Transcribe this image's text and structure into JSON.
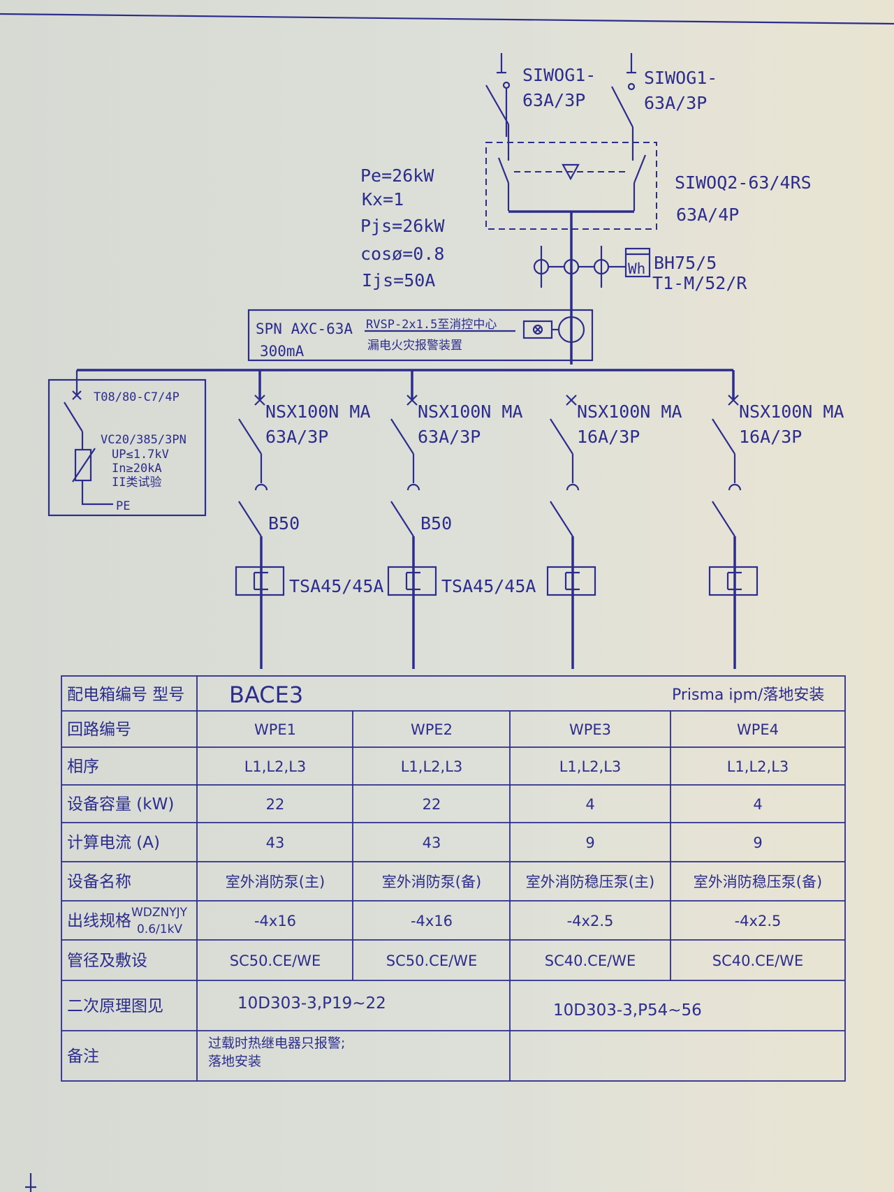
{
  "incoming": {
    "switch_1": {
      "model": "SIWOG1-",
      "rating": "63A/3P"
    },
    "switch_2": {
      "model": "SIWOG1-",
      "rating": "63A/3P"
    },
    "ats": {
      "model": "SIWOQ2-63/4RS",
      "rating": "63A/4P"
    },
    "meter": {
      "symbol": "Wh",
      "line1": "BH75/5",
      "line2": "T1-M/52/R"
    }
  },
  "load_calc": {
    "pe": "Pe=26kW",
    "kx": "Kx=1",
    "pjs": "Pjs=26kW",
    "cos": "cosø=0.8",
    "ijs": "Ijs=50A"
  },
  "leakage": {
    "model": "SPN AXC-63A",
    "current": "300mA",
    "cable": "RVSP-2x1.5至消控中心",
    "desc": "漏电火灾报警装置"
  },
  "spd": {
    "breaker": "T08/80-C7/4P",
    "model": "VC20/385/3PN",
    "up": "UP≤1.7kV",
    "in": "In≥20kA",
    "class": "II类试验",
    "pe": "PE"
  },
  "branches": [
    {
      "breaker": "NSX100N MA",
      "rating": "63A/3P",
      "contactor": "B50",
      "relay": "TSA45/45A"
    },
    {
      "breaker": "NSX100N MA",
      "rating": "63A/3P",
      "contactor": "B50",
      "relay": "TSA45/45A"
    },
    {
      "breaker": "NSX100N MA",
      "rating": "16A/3P",
      "contactor": "",
      "relay": ""
    },
    {
      "breaker": "NSX100N MA",
      "rating": "16A/3P",
      "contactor": "",
      "relay": ""
    }
  ],
  "table": {
    "box_label": "配电箱编号 型号",
    "box_id": "BACE3",
    "box_model": "Prisma ipm/落地安装",
    "rows": [
      {
        "label": "回路编号",
        "values": [
          "WPE1",
          "WPE2",
          "WPE3",
          "WPE4"
        ]
      },
      {
        "label": "相序",
        "values": [
          "L1,L2,L3",
          "L1,L2,L3",
          "L1,L2,L3",
          "L1,L2,L3"
        ]
      },
      {
        "label": "设备容量  (kW)",
        "values": [
          "22",
          "22",
          "4",
          "4"
        ]
      },
      {
        "label": "计算电流  (A)",
        "values": [
          "43",
          "43",
          "9",
          "9"
        ]
      },
      {
        "label": "设备名称",
        "values": [
          "室外消防泵(主)",
          "室外消防泵(备)",
          "室外消防稳压泵(主)",
          "室外消防稳压泵(备)"
        ]
      },
      {
        "label": "管径及敷设",
        "values": [
          "SC50.CE/WE",
          "SC50.CE/WE",
          "SC40.CE/WE",
          "SC40.CE/WE"
        ]
      }
    ],
    "cable_row": {
      "label": "出线规格",
      "spec1": "WDZNYJY",
      "spec2": "0.6/1kV",
      "values": [
        "-4x16",
        "-4x16",
        "-4x2.5",
        "-4x2.5"
      ]
    },
    "schematic_row": {
      "label": "二次原理图见",
      "left": "10D303-3,P19~22",
      "right": "10D303-3,P54~56"
    },
    "remark_row": {
      "label": "备注",
      "line1": "过载时热继电器只报警;",
      "line2": "落地安装"
    }
  }
}
